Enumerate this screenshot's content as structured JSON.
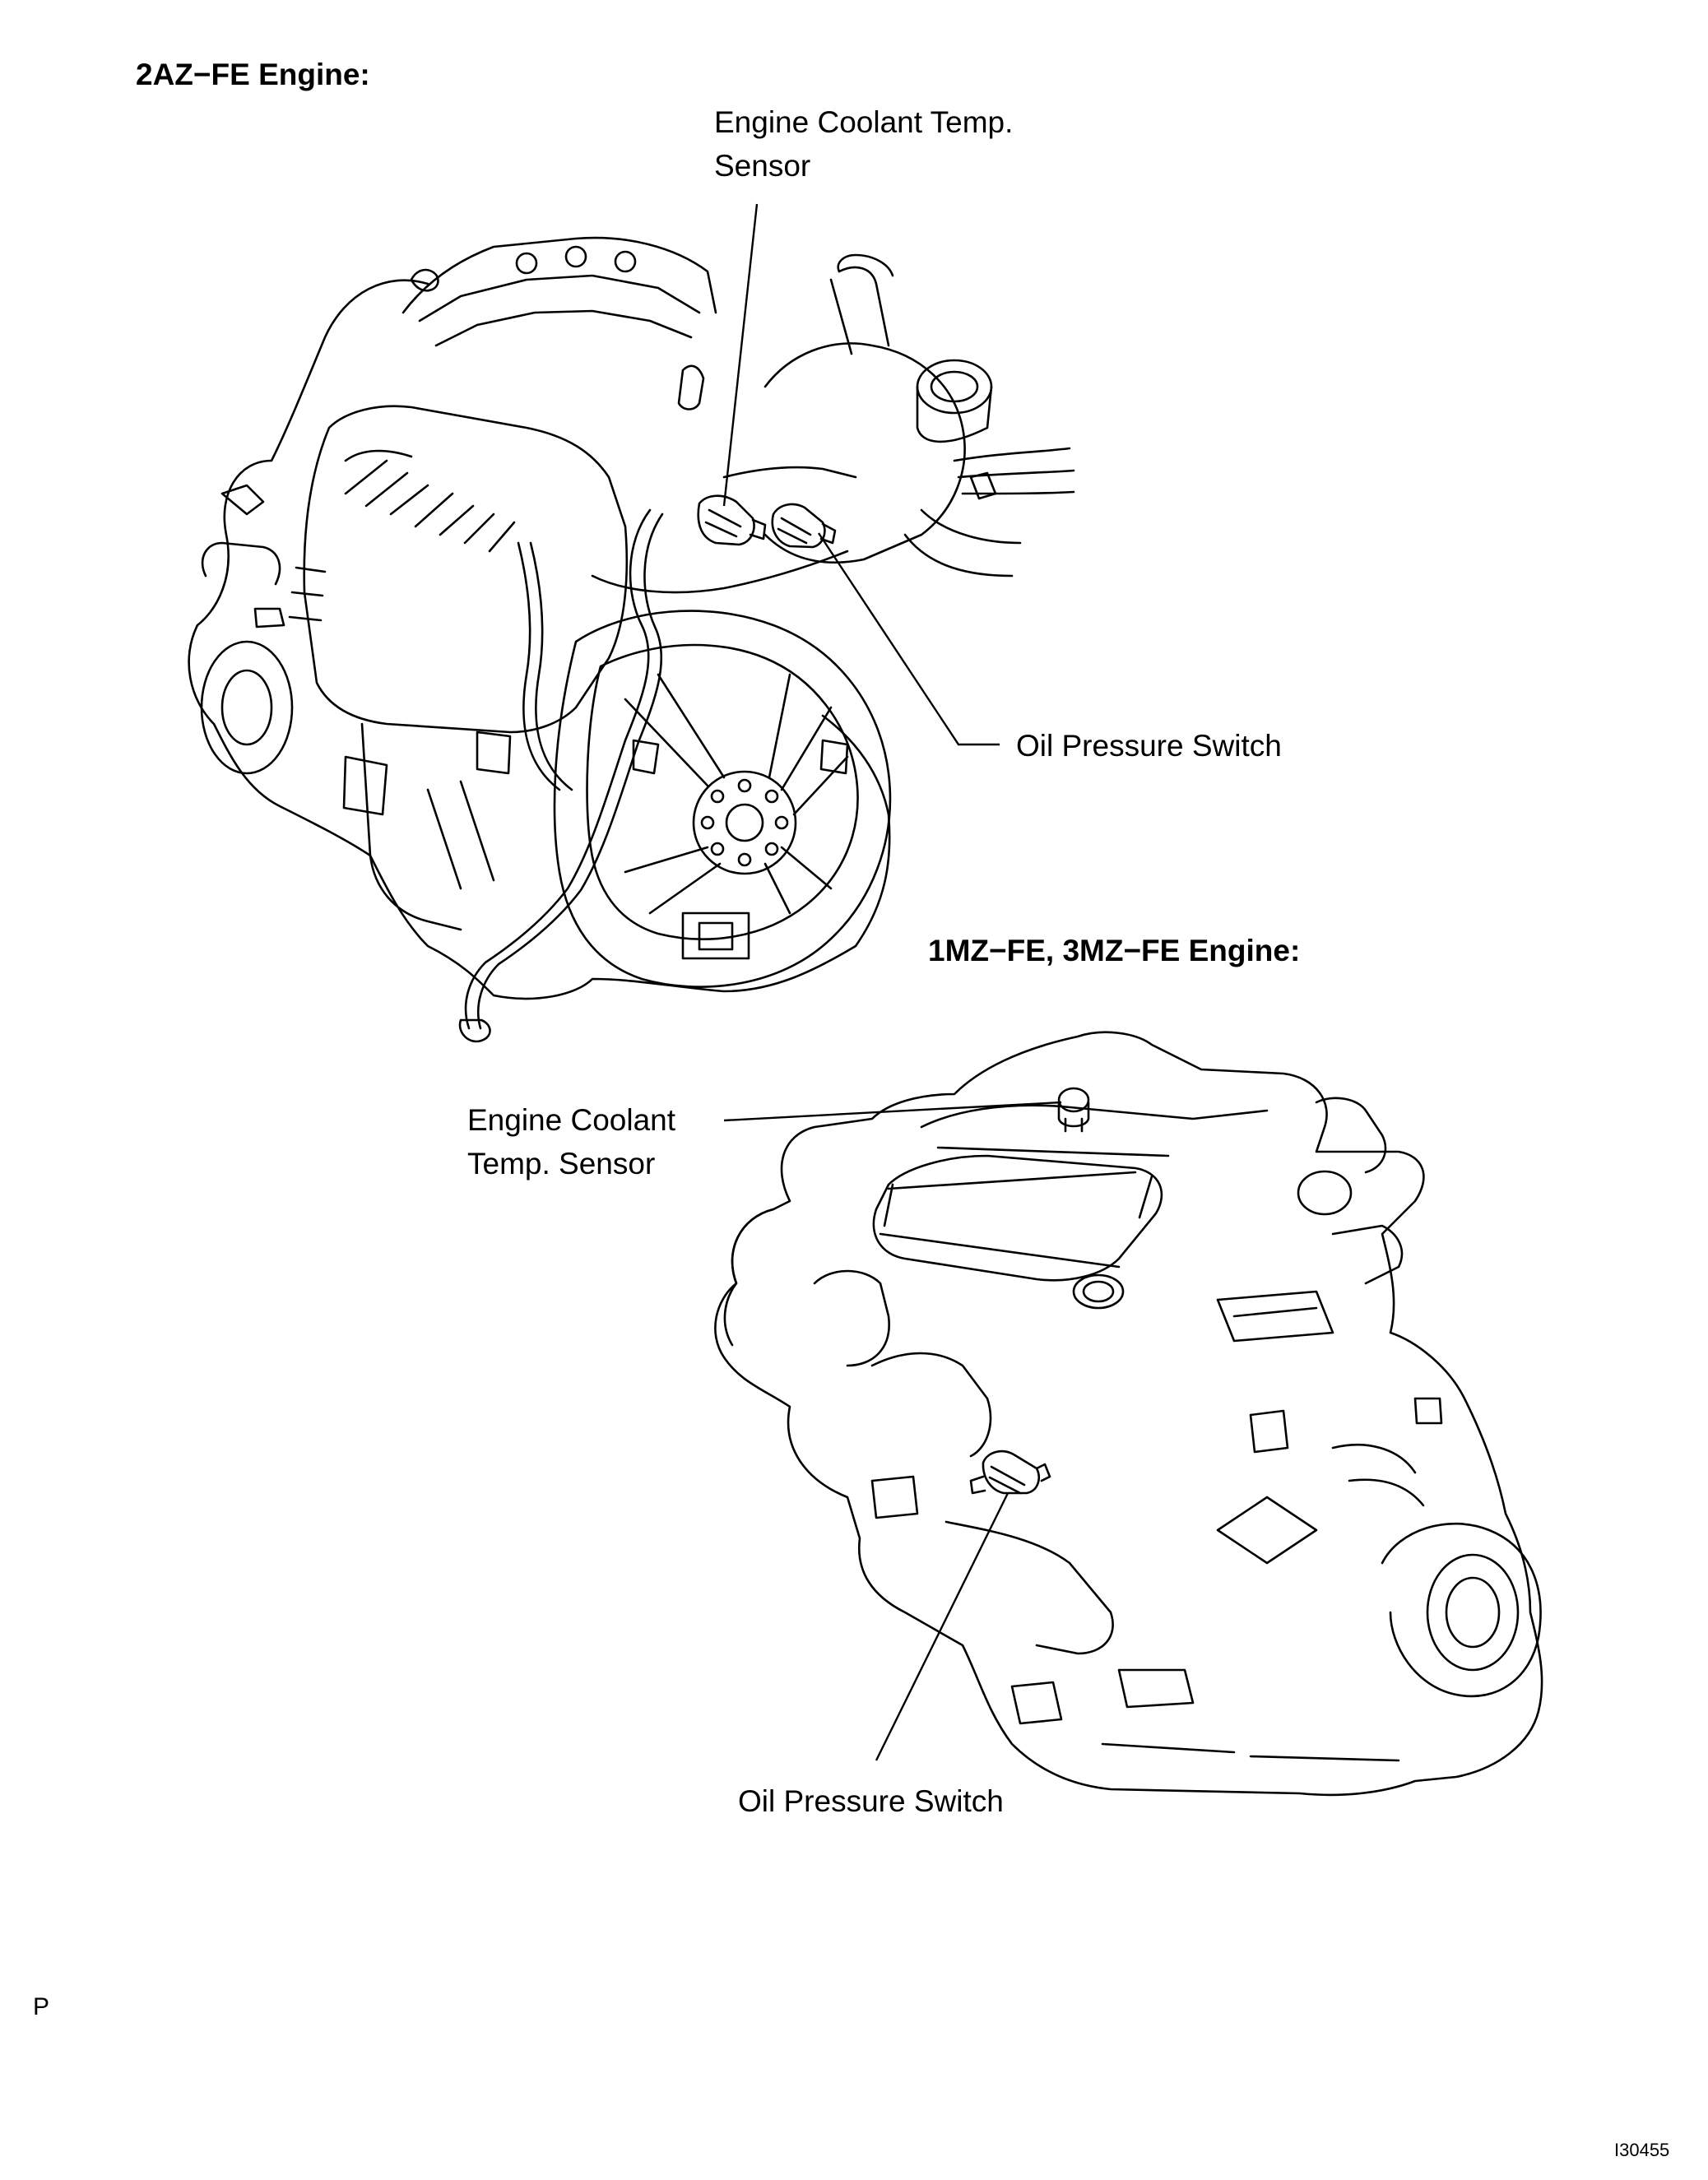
{
  "sections": [
    {
      "heading": "2AZ−FE Engine:",
      "labels": {
        "coolant_sensor": [
          "Engine Coolant Temp.",
          "Sensor"
        ],
        "oil_switch": "Oil Pressure Switch"
      }
    },
    {
      "heading": "1MZ−FE, 3MZ−FE Engine:",
      "labels": {
        "coolant_sensor": [
          "Engine Coolant",
          "Temp. Sensor"
        ],
        "oil_switch": "Oil Pressure Switch"
      }
    }
  ],
  "footer": {
    "page_letter": "P",
    "figure_id": "I30455"
  }
}
